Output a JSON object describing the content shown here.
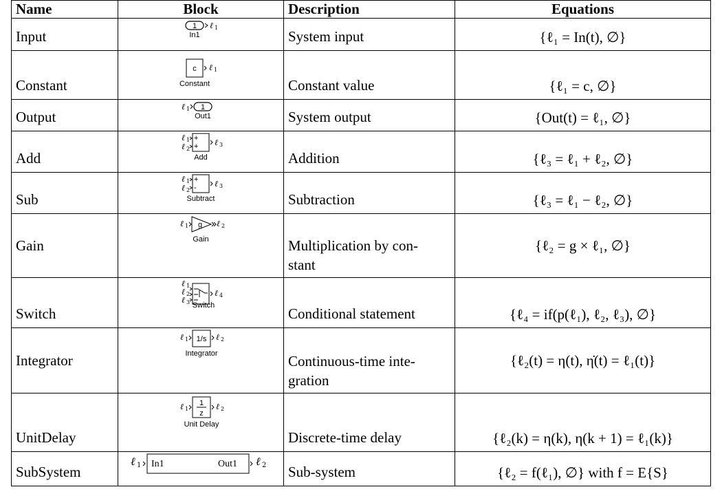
{
  "headers": {
    "name": "Name",
    "block": "Block",
    "description": "Description",
    "equations": "Equations"
  },
  "rows": [
    {
      "name": "Input",
      "block_label": "In1",
      "block_text": "1",
      "description": "System input",
      "equation": "{ℓ₁ = In(t), ∅}"
    },
    {
      "name": "Constant",
      "block_label": "Constant",
      "block_text": "c",
      "description": "Constant value",
      "equation": "{ℓ₁ = c, ∅}"
    },
    {
      "name": "Output",
      "block_label": "Out1",
      "block_text": "1",
      "description": "System output",
      "equation": "{Out(t) = ℓ₁, ∅}"
    },
    {
      "name": "Add",
      "block_label": "Add",
      "block_text": "++",
      "description": "Addition",
      "equation": "{ℓ₃ = ℓ₁ + ℓ₂, ∅}"
    },
    {
      "name": "Sub",
      "block_label": "Subtract",
      "block_text": "+-",
      "description": "Subtraction",
      "equation": "{ℓ₃ = ℓ₁ − ℓ₂, ∅}"
    },
    {
      "name": "Gain",
      "block_label": "Gain",
      "block_text": "g",
      "description": "Multiplication by con-",
      "description2": "stant",
      "equation": "{ℓ₂ = g × ℓ₁, ∅}"
    },
    {
      "name": "Switch",
      "block_label": "Switch",
      "block_text": "",
      "description": "Conditional statement",
      "equation": "{ℓ₄ = if(p(ℓ₁), ℓ₂, ℓ₃), ∅}"
    },
    {
      "name": "Integrator",
      "block_label": "Integrator",
      "block_text": "1/s",
      "description": "Continuous-time inte-",
      "description2": "gration",
      "equation": "{ℓ₂(t) = η(t), η̇(t) = ℓ₁(t)}"
    },
    {
      "name": "UnitDelay",
      "block_label": "Unit Delay",
      "block_text": "1/z",
      "description": "Discrete-time delay",
      "equation": "{ℓ₂(k) = η(k), η(k + 1) = ℓ₁(k)}"
    },
    {
      "name": "SubSystem",
      "block_label": "",
      "block_in": "In1",
      "block_out": "Out1",
      "description": "Sub-system",
      "equation": "{ℓ₂ = f(ℓ₁), ∅} with f = E{S}"
    }
  ]
}
